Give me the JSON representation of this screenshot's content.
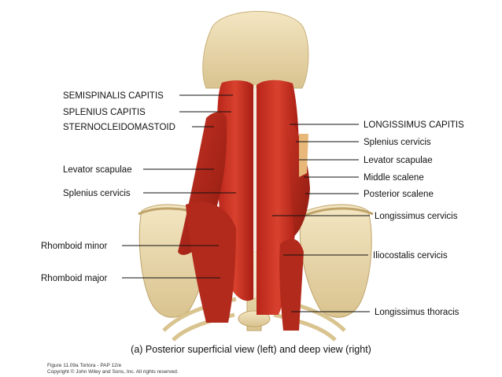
{
  "labels_left": [
    "SEMISPINALIS CAPITIS",
    "SPLENIUS CAPITIS",
    "STERNOCLEIDOMASTOID",
    "Levator scapulae",
    "Splenius cervicis",
    "Rhomboid minor",
    "Rhomboid major"
  ],
  "labels_right": [
    "LONGISSIMUS CAPITIS",
    "Splenius cervicis",
    "Levator scapulae",
    "Middle scalene",
    "Posterior scalene",
    "Longissimus cervicis",
    "Iliocostalis cervicis",
    "Longissimus thoracis"
  ],
  "caption": "(a) Posterior superficial view (left) and deep view (right)",
  "credit_line1": "Figure 11.09a  Tortora - PAP 12/e",
  "credit_line2": "Copyright © John Wiley and Sons, Inc. All rights reserved."
}
